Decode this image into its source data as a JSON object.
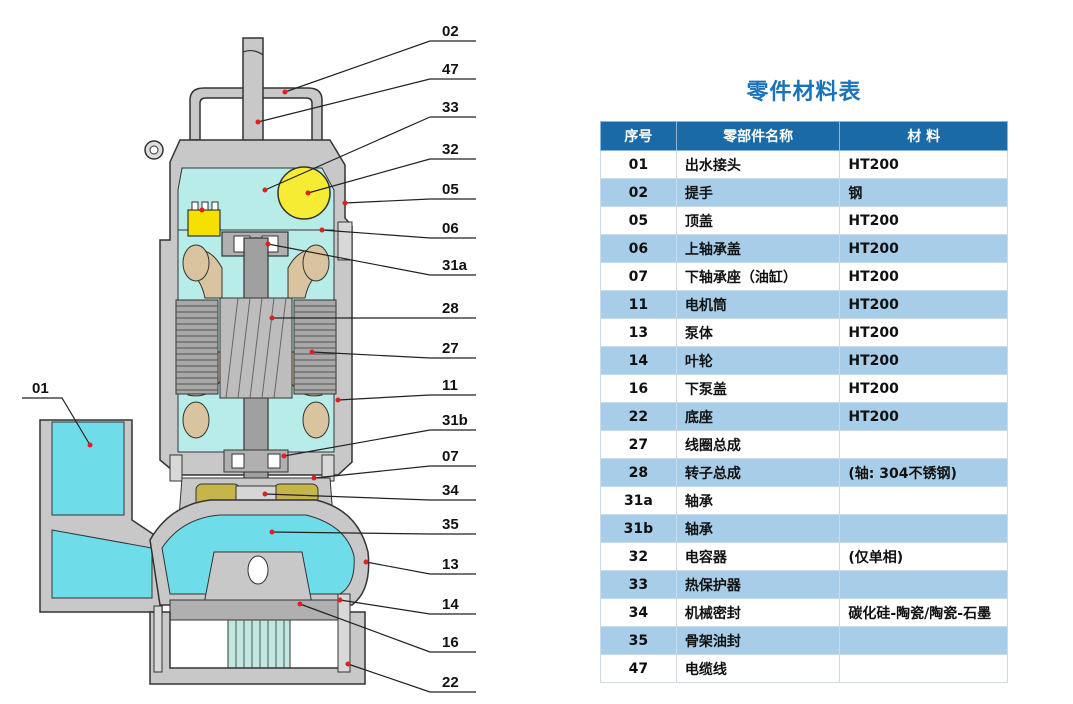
{
  "diagram": {
    "callouts_right": [
      "02",
      "47",
      "33",
      "32",
      "05",
      "06",
      "31a",
      "28",
      "27",
      "11",
      "31b",
      "07",
      "34",
      "35",
      "13",
      "14",
      "16",
      "22"
    ],
    "callout_left": "01",
    "colors": {
      "cavity": "#b8ece8",
      "body": "#c8c8c8",
      "body_dark": "#9a9a9a",
      "water": "#6fdde9",
      "winding": "#d9c49f",
      "stator": "#a8a8a8",
      "oil": "#c6b64a",
      "capacitor": "#f7ec34",
      "protector": "#f5e000",
      "leader": "#222222",
      "dot": "#e02020"
    }
  },
  "table": {
    "title": "零件材料表",
    "headers": [
      "序号",
      "零部件名称",
      "材  料"
    ],
    "rows": [
      {
        "no": "01",
        "name": "出水接头",
        "material": "HT200"
      },
      {
        "no": "02",
        "name": "提手",
        "material": "钢"
      },
      {
        "no": "05",
        "name": "顶盖",
        "material": "HT200"
      },
      {
        "no": "06",
        "name": "上轴承盖",
        "material": "HT200"
      },
      {
        "no": "07",
        "name": "下轴承座（油缸）",
        "material": "HT200"
      },
      {
        "no": "11",
        "name": "电机筒",
        "material": "HT200"
      },
      {
        "no": "13",
        "name": "泵体",
        "material": "HT200"
      },
      {
        "no": "14",
        "name": "叶轮",
        "material": "HT200"
      },
      {
        "no": "16",
        "name": "下泵盖",
        "material": "HT200"
      },
      {
        "no": "22",
        "name": "底座",
        "material": "HT200"
      },
      {
        "no": "27",
        "name": "线圈总成",
        "material": ""
      },
      {
        "no": "28",
        "name": "转子总成",
        "material": "(轴: 304不锈钢)"
      },
      {
        "no": "31a",
        "name": "轴承",
        "material": ""
      },
      {
        "no": "31b",
        "name": "轴承",
        "material": ""
      },
      {
        "no": "32",
        "name": "电容器",
        "material": "(仅单相)"
      },
      {
        "no": "33",
        "name": "热保护器",
        "material": ""
      },
      {
        "no": "34",
        "name": "机械密封",
        "material": "碳化硅-陶瓷/陶瓷-石墨"
      },
      {
        "no": "35",
        "name": "骨架油封",
        "material": ""
      },
      {
        "no": "47",
        "name": "电缆线",
        "material": ""
      }
    ]
  }
}
